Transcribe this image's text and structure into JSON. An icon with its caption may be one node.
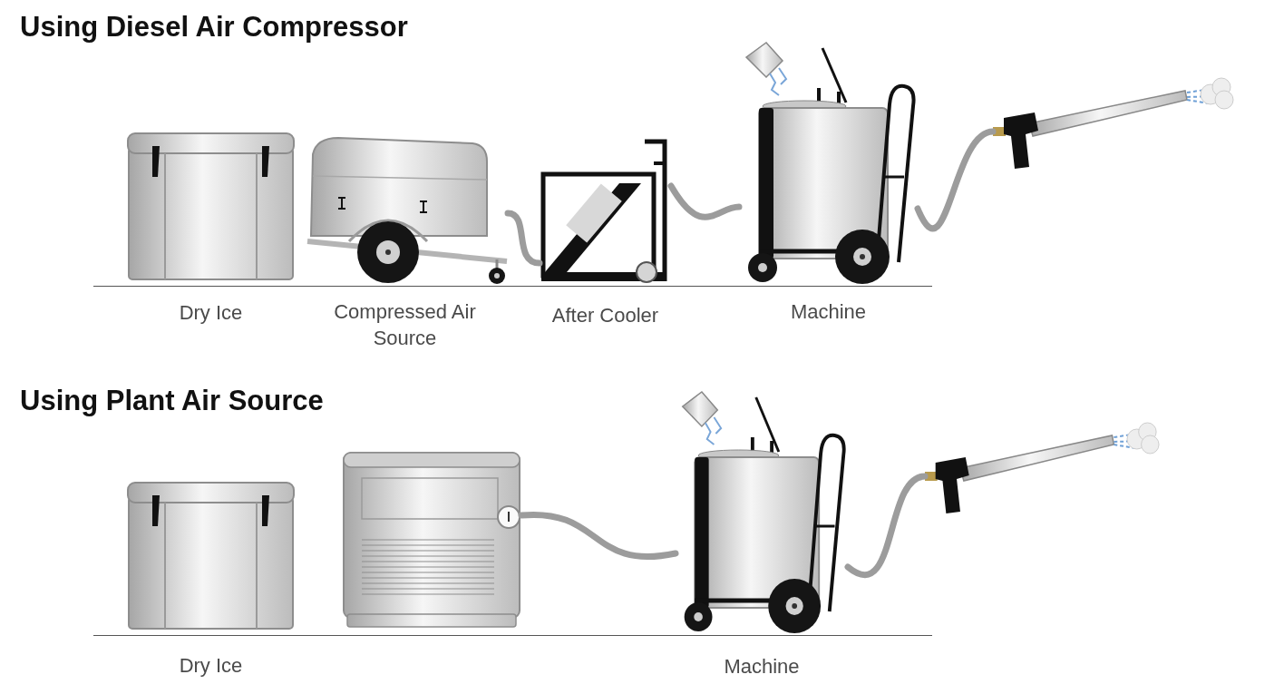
{
  "diagram": {
    "nodes": [
      {
        "text": [
          "Dry Ice"
        ]
      },
      {
        "text": [
          "Compressed Air Source"
        ]
      },
      {
        "text": [
          "After Cooler"
        ]
      },
      {
        "text": [
          "Machine"
        ]
      },
      {
        "text": [],
        "shape": "picture"
      },
      {
        "text": [
          "Dry Ice"
        ]
      },
      {
        "text": [],
        "shape": "picture"
      },
      {
        "text": [
          "Machine"
        ]
      },
      {
        "text": [],
        "shape": "picture"
      }
    ],
    "edges": [
      {
        "from": 1,
        "to": 2,
        "arrow": "none"
      },
      {
        "from": 2,
        "to": 3,
        "arrow": "none"
      },
      {
        "from": 3,
        "to": 4,
        "arrow": "none"
      },
      {
        "from": 6,
        "to": 7,
        "arrow": "none"
      },
      {
        "from": 7,
        "to": 8,
        "arrow": "none"
      }
    ],
    "labels": [
      "Using Diesel Air Compressor",
      "Using Plant Air Source"
    ]
  }
}
